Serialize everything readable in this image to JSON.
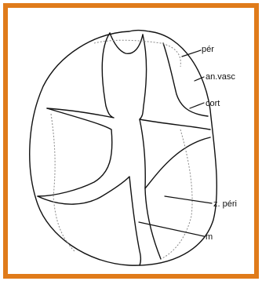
{
  "labels": {
    "per": "pér",
    "an_vasc": "an.vasc",
    "cort": "cort",
    "z_peri": "z. péri",
    "m": "m"
  },
  "colors": {
    "frame": "#e07b1a",
    "ink": "#111111",
    "dotted": "#888888"
  }
}
